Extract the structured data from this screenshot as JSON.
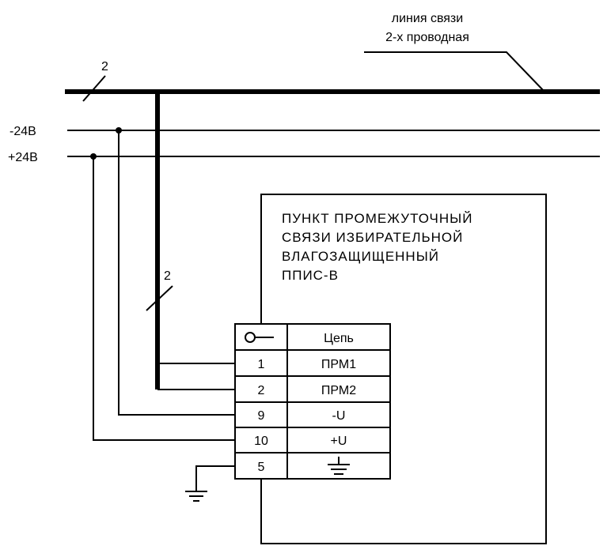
{
  "diagram": {
    "comm_line_label": [
      "линия связи",
      "2-х проводная"
    ],
    "bus_wire_count": "2",
    "drop_wire_count": "2",
    "rail_minus_label": "-24В",
    "rail_plus_label": "+24В",
    "device_title": [
      "ПУНКТ ПРОМЕЖУТОЧНЫЙ",
      "СВЯЗИ ИЗБИРАТЕЛЬНОЙ",
      "ВЛАГОЗАЩИЩЕННЫЙ",
      "ППИС-В"
    ],
    "terminal_header": "Цепь",
    "terminals": [
      {
        "pin": "1",
        "circuit": "ПРМ1"
      },
      {
        "pin": "2",
        "circuit": "ПРМ2"
      },
      {
        "pin": "9",
        "circuit": "-U"
      },
      {
        "pin": "10",
        "circuit": "+U"
      },
      {
        "pin": "5",
        "circuit": ""
      }
    ],
    "icons": [
      "terminal-symbol-icon",
      "ground-icon"
    ]
  }
}
